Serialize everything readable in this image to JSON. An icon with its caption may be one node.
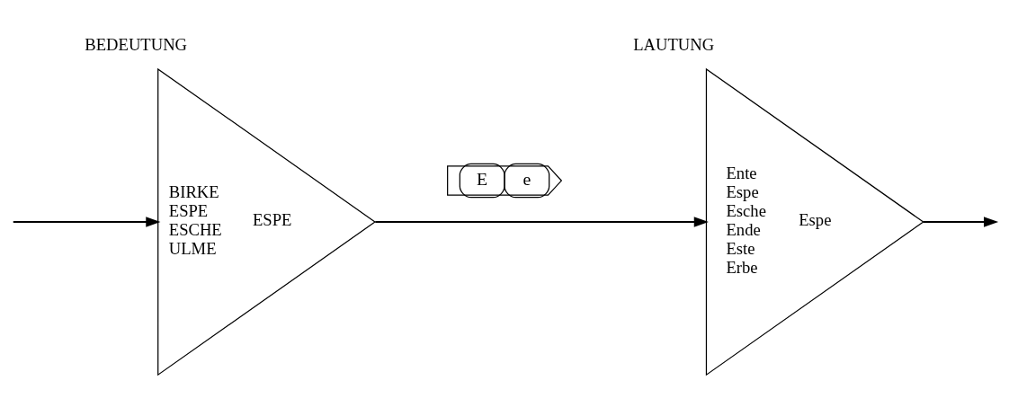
{
  "diagram": {
    "nodes": [
      {
        "text": [
          "BEDEUTUNG",
          "BIRKE ESPE ESCHE ULME",
          "ESPE"
        ]
      },
      {
        "text": [
          "E",
          "e"
        ]
      },
      {
        "text": [
          "LAUTUNG",
          "Ente Espe Esche Ende Este Erbe",
          "Espe"
        ]
      }
    ],
    "edges": [
      {
        "from": null,
        "to": 0,
        "arrow": "to"
      },
      {
        "from": 0,
        "to": 2,
        "arrow": "to"
      },
      {
        "from": 2,
        "to": null,
        "arrow": "to"
      }
    ]
  }
}
